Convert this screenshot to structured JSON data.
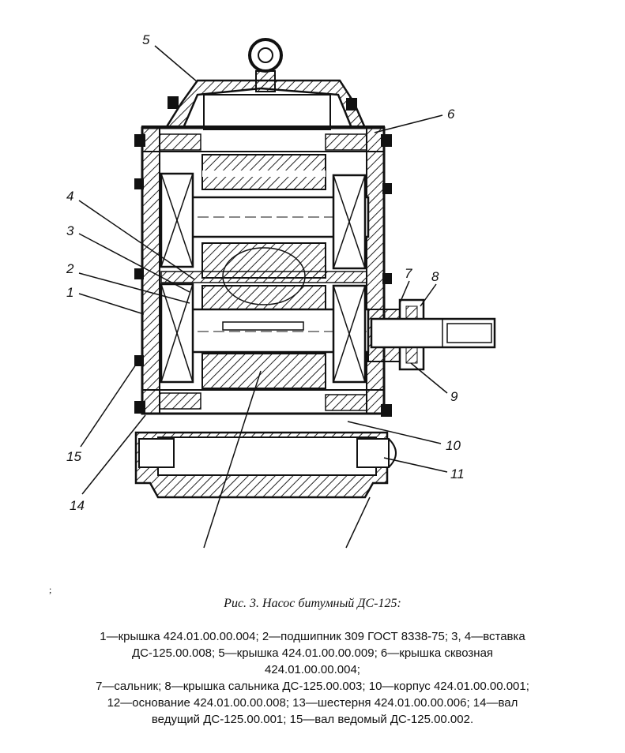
{
  "figure": {
    "caption": "Рис. 3. Насос битумный ДС-125:",
    "stray_mark": ";",
    "callouts": [
      "5",
      "6",
      "4",
      "3",
      "2",
      "1",
      "7",
      "8",
      "9",
      "10",
      "11",
      "15",
      "14"
    ],
    "legend_lines": [
      "1—крышка 424.01.00.00.004; 2—подшипник 309 ГОСТ 8338-75; 3, 4—вставка",
      "ДС-125.00.008; 5—крышка 424.01.00.00.009; 6—крышка сквозная",
      "424.01.00.00.004;",
      "7—сальник; 8—крышка сальника ДС-125.00.003; 10—корпус 424.01.00.00.001;",
      "12—основание 424.01.00.00.008; 13—шестерня 424.01.00.00.006; 14—вал",
      "ведущий ДС-125.00.001; 15—вал ведомый ДС-125.00.002."
    ]
  }
}
